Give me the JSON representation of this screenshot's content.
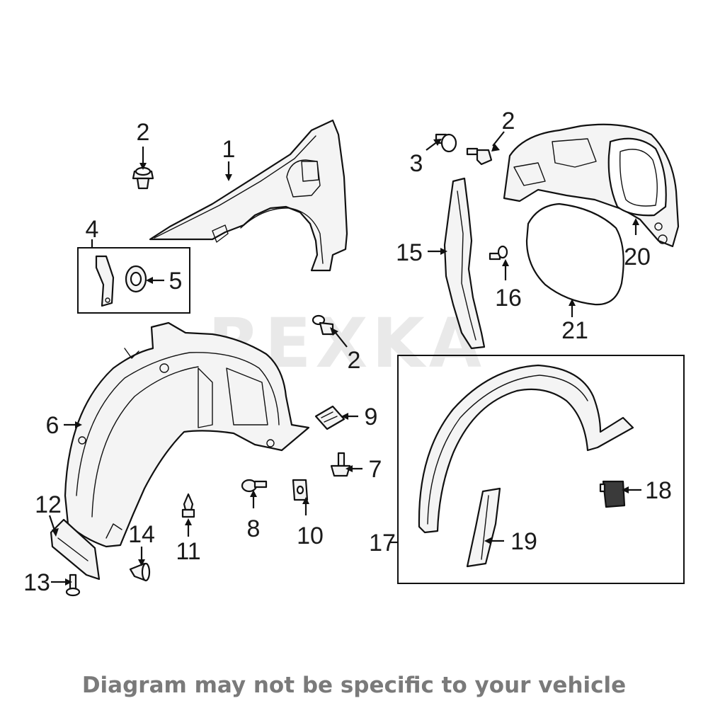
{
  "watermark": "REXKA",
  "caption": "Diagram may not be specific to your vehicle",
  "colors": {
    "ink": "#111111",
    "caption": "#7a7a7a",
    "watermark": "#e9e9e9",
    "background": "#ffffff"
  },
  "callouts": {
    "c1": "1",
    "c2a": "2",
    "c2b": "2",
    "c2c": "2",
    "c3": "3",
    "c4": "4",
    "c5": "5",
    "c6": "6",
    "c7": "7",
    "c8": "8",
    "c9": "9",
    "c10": "10",
    "c11": "11",
    "c12": "12",
    "c13": "13",
    "c14": "14",
    "c15": "15",
    "c16": "16",
    "c17": "17",
    "c18": "18",
    "c19": "19",
    "c20": "20",
    "c21": "21"
  }
}
